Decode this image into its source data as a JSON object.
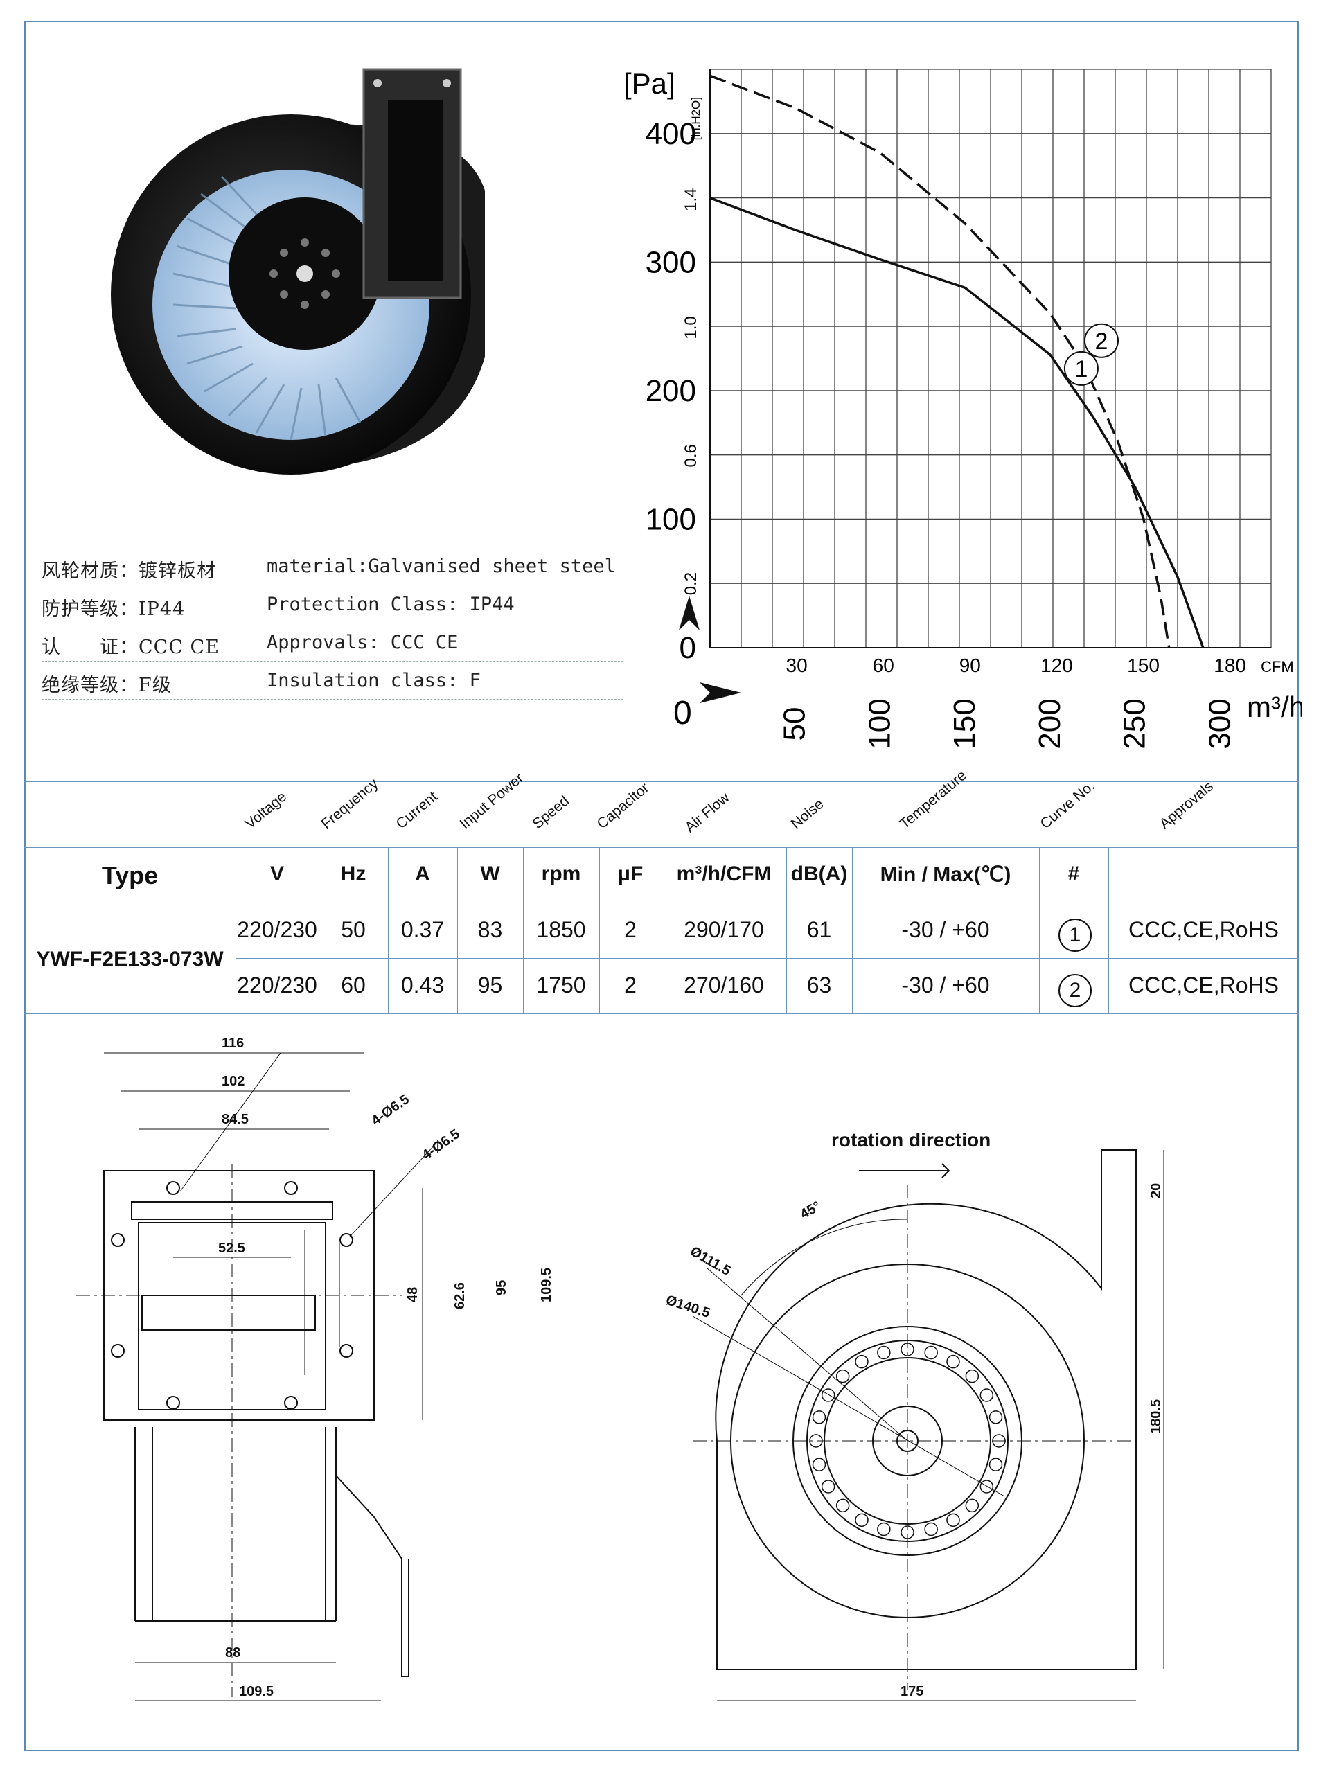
{
  "specs": [
    {
      "zh": "风轮材质：镀锌板材",
      "en": "material:Galvanised sheet steel"
    },
    {
      "zh": "防护等级：IP44",
      "en": "Protection Class: IP44"
    },
    {
      "zh": "认　　证：CCC CE",
      "en": "Approvals: CCC  CE"
    },
    {
      "zh": "绝缘等级：F级",
      "en": "Insulation class: F"
    }
  ],
  "chart_data": {
    "type": "line",
    "y_unit": "[Pa]",
    "y2_unit": "[in.H2O]",
    "x_unit_cfm": "CFM",
    "x_unit_m3h": "m³/h",
    "y_ticks": [
      "400",
      "300",
      "200",
      "100",
      "0"
    ],
    "y2_ticks": [
      "1.4",
      "1.0",
      "0.6",
      "0.2"
    ],
    "x_ticks_cfm": [
      "30",
      "60",
      "90",
      "120",
      "150",
      "180"
    ],
    "x_ticks_m3h": [
      "50",
      "100",
      "150",
      "200",
      "250",
      "300"
    ],
    "xlim_m3h": [
      0,
      330
    ],
    "ylim_pa": [
      0,
      450
    ],
    "series": [
      {
        "name": "1",
        "style": "solid",
        "x": [
          0,
          50,
          100,
          150,
          200,
          225,
          250,
          275,
          290
        ],
        "y": [
          350,
          325,
          302,
          280,
          228,
          180,
          125,
          55,
          0
        ]
      },
      {
        "name": "2",
        "style": "dashed",
        "x": [
          0,
          50,
          100,
          150,
          200,
          220,
          240,
          255,
          265,
          270
        ],
        "y": [
          445,
          420,
          385,
          330,
          260,
          220,
          160,
          100,
          40,
          0
        ]
      }
    ]
  },
  "table": {
    "headers": [
      "Voltage",
      "Frequency",
      "Current",
      "Input Power",
      "Speed",
      "Capacitor",
      "Air Flow",
      "Noise",
      "Temperature",
      "Curve No.",
      "Approvals"
    ],
    "type_label": "Type",
    "units": [
      "V",
      "Hz",
      "A",
      "W",
      "rpm",
      "μF",
      "m³/h/CFM",
      "dB(A)",
      "Min / Max(℃)",
      "#",
      ""
    ],
    "model": "YWF-F2E133-073W",
    "rows": [
      [
        "220/230",
        "50",
        "0.37",
        "83",
        "1850",
        "2",
        "290/170",
        "61",
        "-30 / +60",
        "1",
        "CCC,CE,RoHS"
      ],
      [
        "220/230",
        "60",
        "0.43",
        "95",
        "1750",
        "2",
        "270/160",
        "63",
        "-30 / +60",
        "2",
        "CCC,CE,RoHS"
      ]
    ]
  },
  "drawing": {
    "dims_left": [
      "116",
      "102",
      "84.5",
      "4-Ø6.5",
      "4-Ø6.5",
      "52.5",
      "48",
      "62.6",
      "95",
      "109.5",
      "88",
      "109.5"
    ],
    "rotation_label": "rotation direction",
    "dims_right": [
      "45°",
      "Ø111.5",
      "Ø140.5",
      "20",
      "180.5",
      "175"
    ]
  }
}
